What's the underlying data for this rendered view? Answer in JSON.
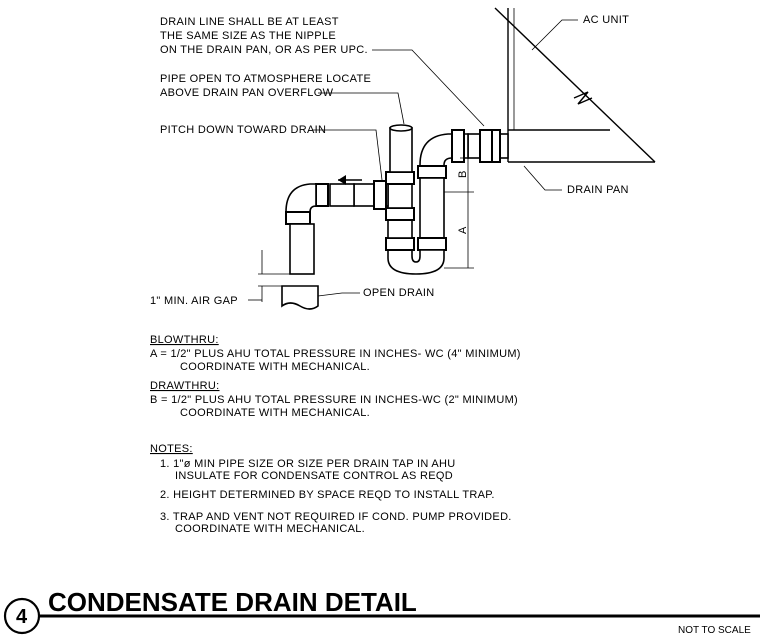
{
  "callouts": {
    "drain_line": [
      "DRAIN LINE SHALL BE AT LEAST",
      "THE SAME SIZE AS THE NIPPLE",
      "ON THE DRAIN PAN, OR AS PER UPC."
    ],
    "pipe_open": [
      "PIPE OPEN TO ATMOSPHERE LOCATE",
      "ABOVE DRAIN PAN OVERFLOW"
    ],
    "pitch_down": "PITCH DOWN TOWARD DRAIN",
    "ac_unit": "AC UNIT",
    "drain_pan": "DRAIN PAN",
    "open_drain": "OPEN DRAIN",
    "air_gap": "1\" MIN. AIR GAP",
    "dim_a": "A",
    "dim_b": "B"
  },
  "blowthru": {
    "heading": "BLOWTHRU:",
    "line1": "A = 1/2\" PLUS AHU TOTAL PRESSURE IN INCHES- WC (4\" MINIMUM)",
    "line2": "COORDINATE WITH MECHANICAL."
  },
  "drawthru": {
    "heading": "DRAWTHRU:",
    "line1": "B = 1/2\" PLUS AHU TOTAL PRESSURE IN INCHES-WC (2\" MINIMUM)",
    "line2": "COORDINATE WITH MECHANICAL."
  },
  "notes": {
    "heading": "NOTES:",
    "items": [
      {
        "text": "1. 1\"ø MIN PIPE SIZE OR SIZE PER DRAIN TAP IN AHU",
        "cont": "INSULATE FOR CONDENSATE CONTROL AS REQD"
      },
      {
        "text": "2. HEIGHT DETERMINED BY SPACE REQD TO INSTALL TRAP.",
        "cont": ""
      },
      {
        "text": "3. TRAP AND VENT NOT REQUIRED IF COND. PUMP PROVIDED.",
        "cont": "COORDINATE WITH MECHANICAL."
      }
    ]
  },
  "title_block": {
    "number": "4",
    "title": "CONDENSATE DRAIN DETAIL",
    "scale": "NOT TO SCALE"
  }
}
